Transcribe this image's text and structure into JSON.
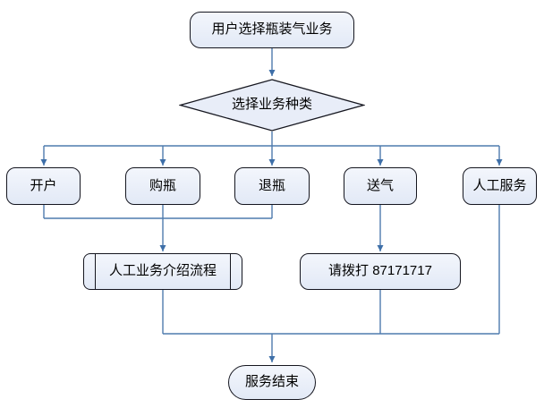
{
  "diagram": {
    "title_hint": "bottled gas service selection flowchart",
    "background": "#FFFFFF",
    "colors": {
      "node_fill_top": "#F3F6FC",
      "node_fill_bottom": "#E2E9F6",
      "node_border": "#15161F",
      "connector": "#4E7BAE",
      "arrowhead": "#3E6FA8",
      "text": "#000000"
    },
    "nodes": {
      "start": {
        "shape": "terminator",
        "label": "用户选择瓶装气业务"
      },
      "decision": {
        "shape": "decision-diamond",
        "label": "选择业务种类"
      },
      "kaihu": {
        "shape": "process",
        "label": "开户"
      },
      "goubing": {
        "shape": "process",
        "label": "购瓶"
      },
      "tuibing": {
        "shape": "process",
        "label": "退瓶"
      },
      "songqi": {
        "shape": "process",
        "label": "送气"
      },
      "rengong": {
        "shape": "process",
        "label": "人工服务"
      },
      "intro": {
        "shape": "predefined-process",
        "label": "人工业务介绍流程"
      },
      "call": {
        "shape": "process",
        "label": "请拨打 87171717"
      },
      "end": {
        "shape": "terminator",
        "label": "服务结束"
      }
    },
    "edges": [
      {
        "from": "start",
        "to": "decision"
      },
      {
        "from": "decision",
        "to": "kaihu"
      },
      {
        "from": "decision",
        "to": "goubing"
      },
      {
        "from": "decision",
        "to": "tuibing"
      },
      {
        "from": "decision",
        "to": "songqi"
      },
      {
        "from": "decision",
        "to": "rengong"
      },
      {
        "from": "kaihu",
        "to": "intro"
      },
      {
        "from": "goubing",
        "to": "intro"
      },
      {
        "from": "tuibing",
        "to": "intro"
      },
      {
        "from": "songqi",
        "to": "call"
      },
      {
        "from": "rengong",
        "to": "end"
      },
      {
        "from": "intro",
        "to": "end"
      },
      {
        "from": "call",
        "to": "end"
      }
    ]
  }
}
